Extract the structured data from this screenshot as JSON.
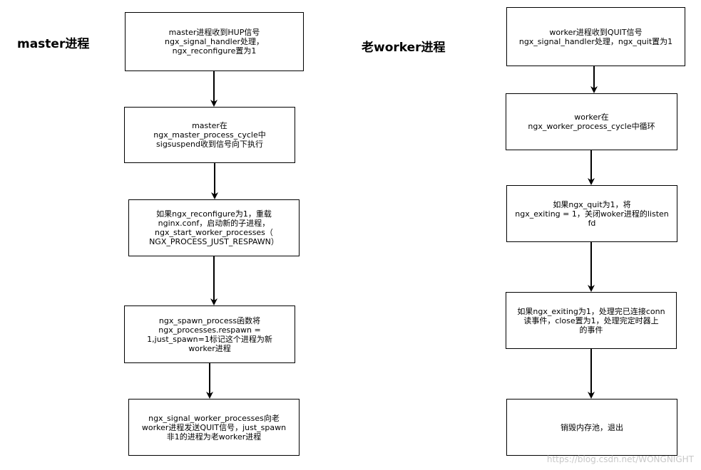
{
  "titles": {
    "left": "master进程",
    "right": "老worker进程"
  },
  "master_steps": [
    "master进程收到HUP信号\nngx_signal_handler处理，\nngx_reconfigure置为1",
    "master在\nngx_master_process_cycle中\nsigsuspend收到信号向下执行",
    "如果ngx_reconfigure为1，重载\nnginx.conf，启动新的子进程，\nngx_start_worker_processes（\nNGX_PROCESS_JUST_RESPAWN）",
    "ngx_spawn_process函数将\nngx_processes.respawn =\n1,just_spawn=1标记这个进程为新\nworker进程",
    "ngx_signal_worker_processes向老\nworker进程发送QUIT信号，just_spawn\n非1的进程为老worker进程"
  ],
  "worker_steps": [
    "worker进程收到QUIT信号\nngx_signal_handler处理，ngx_quit置为1",
    "worker在\nngx_worker_process_cycle中循环",
    "如果ngx_quit为1，将\nngx_exiting = 1，关闭woker进程的listen\nfd",
    "如果ngx_exiting为1，处理完已连接conn\n读事件，close置为1，处理完定时器上\n的事件",
    "销毁内存池，退出"
  ],
  "watermark": "https://blog.csdn.net/WONGNIGHT"
}
